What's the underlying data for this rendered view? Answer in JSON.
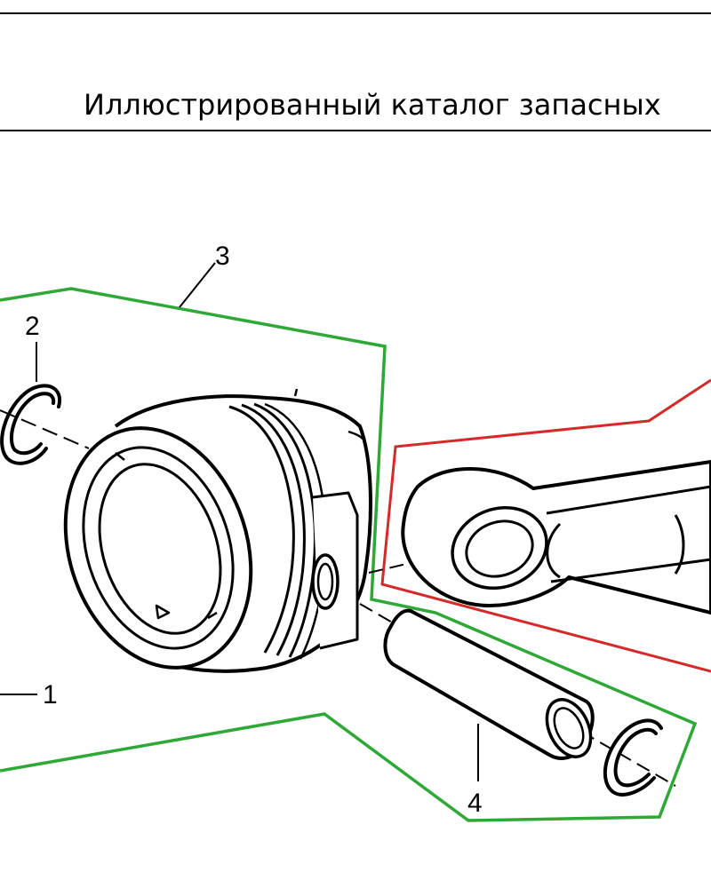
{
  "header": {
    "title": "Иллюстрированный каталог запасных"
  },
  "callouts": {
    "piston": "1",
    "circlip_left": "2",
    "piston_assembly": "3",
    "piston_pin": "4"
  },
  "colors": {
    "assembly_outline": "#2ea836",
    "connecting_rod_outline": "#d62a2a",
    "linework": "#000000"
  }
}
